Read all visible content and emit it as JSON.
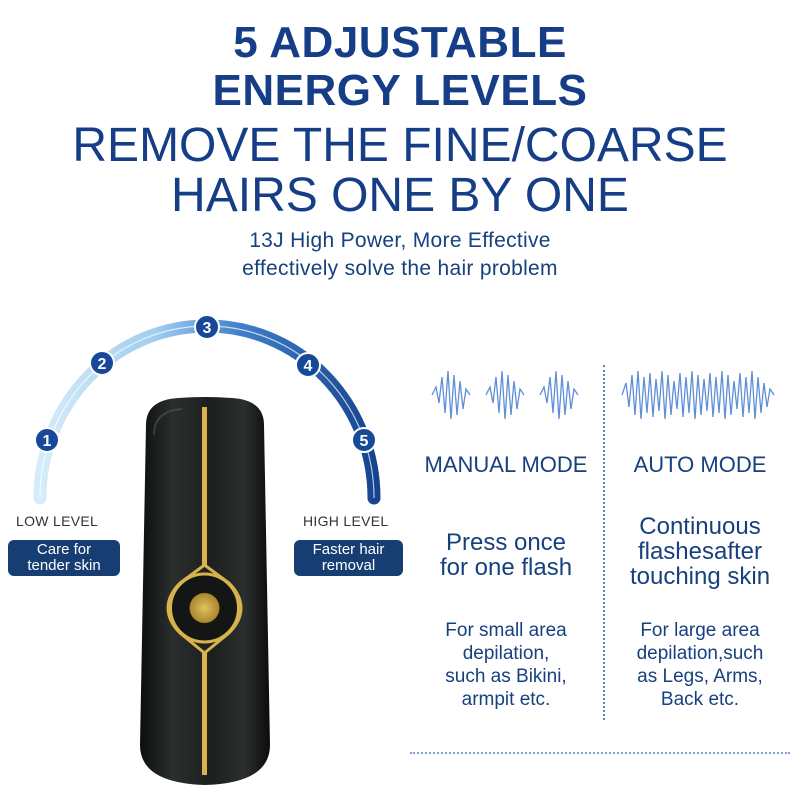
{
  "headline": {
    "line1": "5 ADJUSTABLE",
    "line2": "ENERGY LEVELS",
    "line3": "REMOVE THE FINE/COARSE",
    "line4": "HAIRS ONE BY ONE"
  },
  "subheadline": {
    "line1": "13J High Power, More Effective",
    "line2": "effectively solve the hair problem"
  },
  "levels": {
    "numbers": [
      "1",
      "2",
      "3",
      "4",
      "5"
    ],
    "low_label": "LOW LEVEL",
    "high_label": "HIGH LEVEL",
    "low_badge": [
      "Care for",
      "tender skin"
    ],
    "high_badge": [
      "Faster hair",
      "removal"
    ]
  },
  "modes": {
    "manual": {
      "title": "MANUAL MODE",
      "desc": [
        "Press once",
        "for one flash"
      ],
      "detail": [
        "For small area",
        "depilation,",
        "such as Bikini,",
        "armpit etc."
      ]
    },
    "auto": {
      "title": "AUTO MODE",
      "desc": [
        "Continuous",
        "flashesafter",
        "touching skin"
      ],
      "detail": [
        "For large area",
        "depilation,such",
        "as Legs, Arms,",
        "Back etc."
      ]
    }
  },
  "colors": {
    "primary": "#153e86",
    "badge": "#173e72",
    "arc_light": "#bfe0f7",
    "arc_dark": "#1f4f9c",
    "wave": "#5e8fd8",
    "device_body": "#1e2221",
    "gold": "#d8b24a"
  },
  "icons": [
    "level-arc",
    "wave-pulse-icon",
    "ipl-device-image"
  ]
}
